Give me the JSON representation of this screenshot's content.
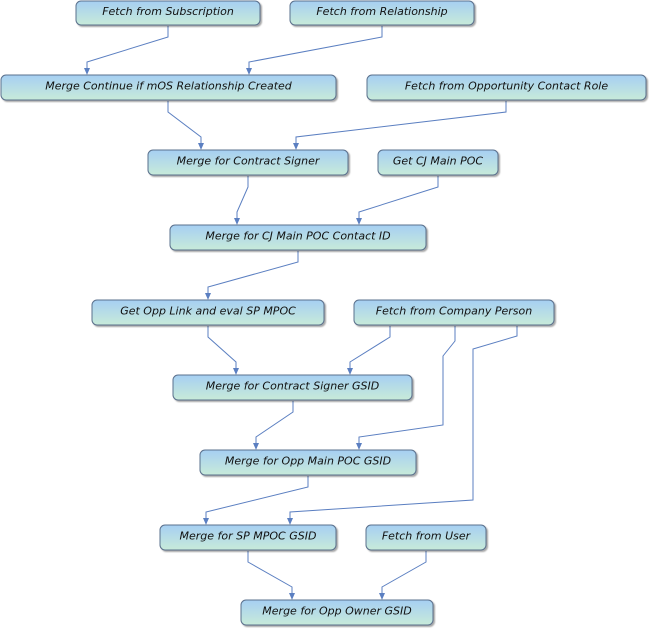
{
  "diagram": {
    "colors": {
      "node_top": "#a6cff2",
      "node_bottom": "#c8ebd9",
      "node_border": "#5a6f8c",
      "edge": "#5b7fc1"
    },
    "nodes": [
      {
        "id": "fetch-subscription",
        "label": "Fetch from Subscription"
      },
      {
        "id": "fetch-relationship",
        "label": "Fetch from Relationship"
      },
      {
        "id": "merge-continue-mos",
        "label": "Merge Continue if mOS Relationship Created"
      },
      {
        "id": "fetch-opp-contact-role",
        "label": "Fetch from Opportunity Contact Role"
      },
      {
        "id": "merge-contract-signer",
        "label": "Merge for Contract Signer"
      },
      {
        "id": "get-cj-main-poc",
        "label": "Get CJ Main POC"
      },
      {
        "id": "merge-cj-main-poc-contact-id",
        "label": "Merge for CJ Main POC Contact ID"
      },
      {
        "id": "get-opp-link-sp-mpoc",
        "label": "Get Opp Link and eval SP MPOC"
      },
      {
        "id": "fetch-company-person",
        "label": "Fetch from Company Person"
      },
      {
        "id": "merge-contract-signer-gsid",
        "label": "Merge for Contract Signer GSID"
      },
      {
        "id": "merge-opp-main-poc-gsid",
        "label": "Merge for Opp Main POC GSID"
      },
      {
        "id": "merge-sp-mpoc-gsid",
        "label": "Merge for SP MPOC GSID"
      },
      {
        "id": "fetch-user",
        "label": "Fetch from User"
      },
      {
        "id": "merge-opp-owner-gsid",
        "label": "Merge for Opp Owner GSID"
      }
    ],
    "edges": [
      {
        "from": "fetch-subscription",
        "to": "merge-continue-mos"
      },
      {
        "from": "fetch-relationship",
        "to": "merge-continue-mos"
      },
      {
        "from": "merge-continue-mos",
        "to": "merge-contract-signer"
      },
      {
        "from": "fetch-opp-contact-role",
        "to": "merge-contract-signer"
      },
      {
        "from": "merge-contract-signer",
        "to": "merge-cj-main-poc-contact-id"
      },
      {
        "from": "get-cj-main-poc",
        "to": "merge-cj-main-poc-contact-id"
      },
      {
        "from": "merge-cj-main-poc-contact-id",
        "to": "get-opp-link-sp-mpoc"
      },
      {
        "from": "get-opp-link-sp-mpoc",
        "to": "merge-contract-signer-gsid"
      },
      {
        "from": "fetch-company-person",
        "to": "merge-contract-signer-gsid"
      },
      {
        "from": "merge-contract-signer-gsid",
        "to": "merge-opp-main-poc-gsid"
      },
      {
        "from": "fetch-company-person",
        "to": "merge-opp-main-poc-gsid"
      },
      {
        "from": "merge-opp-main-poc-gsid",
        "to": "merge-sp-mpoc-gsid"
      },
      {
        "from": "fetch-company-person",
        "to": "merge-sp-mpoc-gsid"
      },
      {
        "from": "merge-sp-mpoc-gsid",
        "to": "merge-opp-owner-gsid"
      },
      {
        "from": "fetch-user",
        "to": "merge-opp-owner-gsid"
      }
    ]
  }
}
